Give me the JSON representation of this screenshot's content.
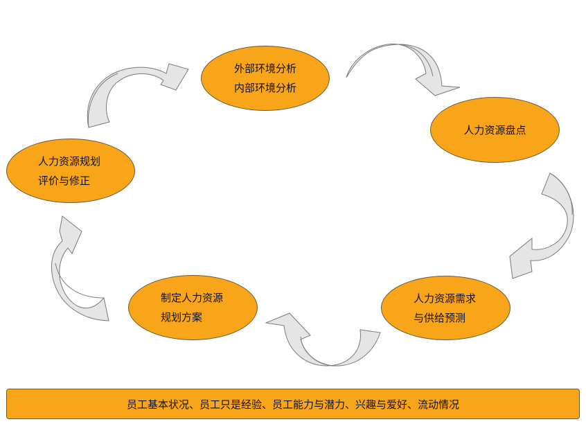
{
  "nodes": {
    "external_analysis": {
      "line1": "外部环境分析",
      "line2": "内部环境分析"
    },
    "hr_inventory": {
      "line1": "人力资源盘点"
    },
    "demand_forecast": {
      "line1": "人力资源需求",
      "line2": "与供给预测"
    },
    "plan_formulation": {
      "line1": "制定人力资源",
      "line2": "规划方案"
    },
    "plan_evaluation": {
      "line1": "人力资源规划",
      "line2": "评价与修正"
    }
  },
  "bottom_bar": {
    "text": "员工基本状况、员工只是经验、员工能力与潜力、兴趣与爱好、流动情况"
  },
  "colors": {
    "node_fill": "#F8A51A",
    "node_border": "#6b5a3a",
    "arrow_fill": "#E5E5E5",
    "arrow_outline": "#7a7a7a"
  }
}
